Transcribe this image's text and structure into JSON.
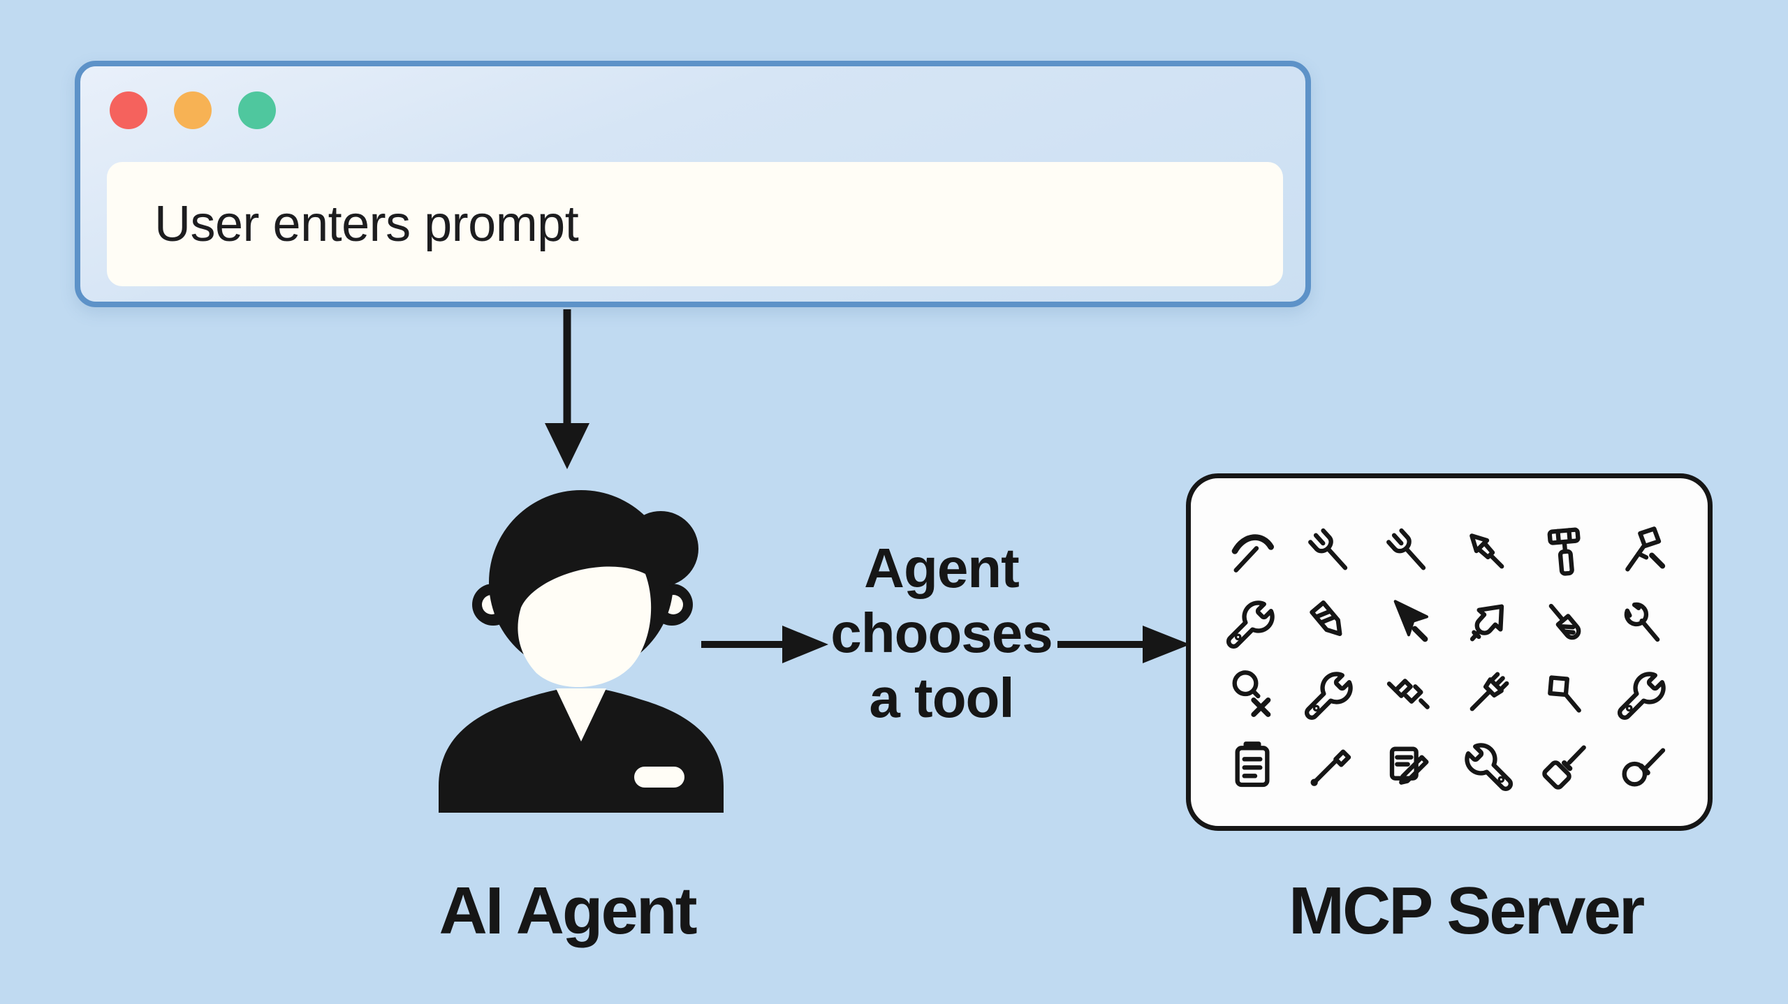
{
  "canvas": {
    "background_color": "#c0daf1"
  },
  "browser_window": {
    "traffic_lights": [
      {
        "name": "close-button",
        "color": "#f5625d"
      },
      {
        "name": "minimize-button",
        "color": "#f7b254"
      },
      {
        "name": "zoom-button",
        "color": "#4fc79e"
      }
    ],
    "border_color": "#5d92c8",
    "prompt_text": "User enters prompt"
  },
  "flow": {
    "label": "Agent chooses a tool"
  },
  "agent": {
    "label": "AI Agent"
  },
  "mcp_server": {
    "label": "MCP Server",
    "border_color": "#161616",
    "tool_grid": [
      [
        "pickaxe",
        "fork",
        "fork",
        "knife",
        "mallet",
        "hammer"
      ],
      [
        "wrench",
        "marker",
        "cursor",
        "trowel",
        "screwdriver",
        "spanner"
      ],
      [
        "search",
        "wrench",
        "clamp",
        "brush",
        "spatula",
        "wrench"
      ],
      [
        "clipboard",
        "pen",
        "note",
        "wrench",
        "driver",
        "awl"
      ]
    ]
  }
}
